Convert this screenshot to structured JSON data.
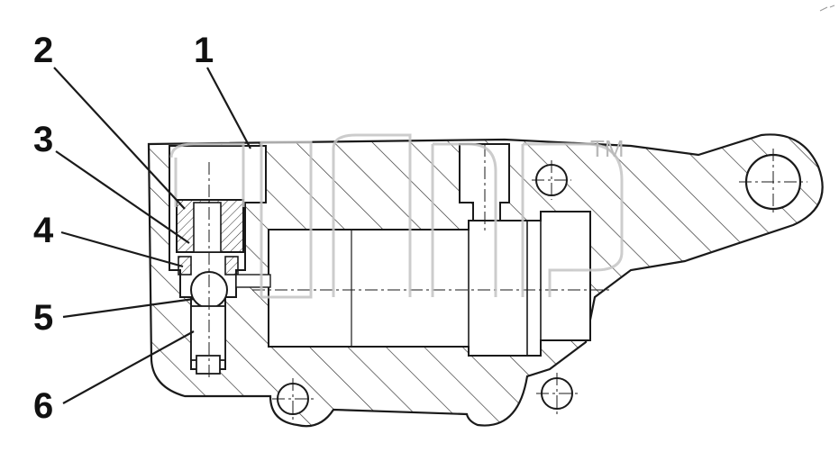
{
  "callouts": [
    {
      "id": "1",
      "label": "1"
    },
    {
      "id": "2",
      "label": "2"
    },
    {
      "id": "3",
      "label": "3"
    },
    {
      "id": "4",
      "label": "4"
    },
    {
      "id": "5",
      "label": "5"
    },
    {
      "id": "6",
      "label": "6"
    }
  ],
  "watermark": {
    "trademark": "TM"
  },
  "colors": {
    "line": "#1a1a1a",
    "hatch": "#2a2a2a",
    "watermark": "#c4c4c4",
    "background": "#ffffff"
  }
}
